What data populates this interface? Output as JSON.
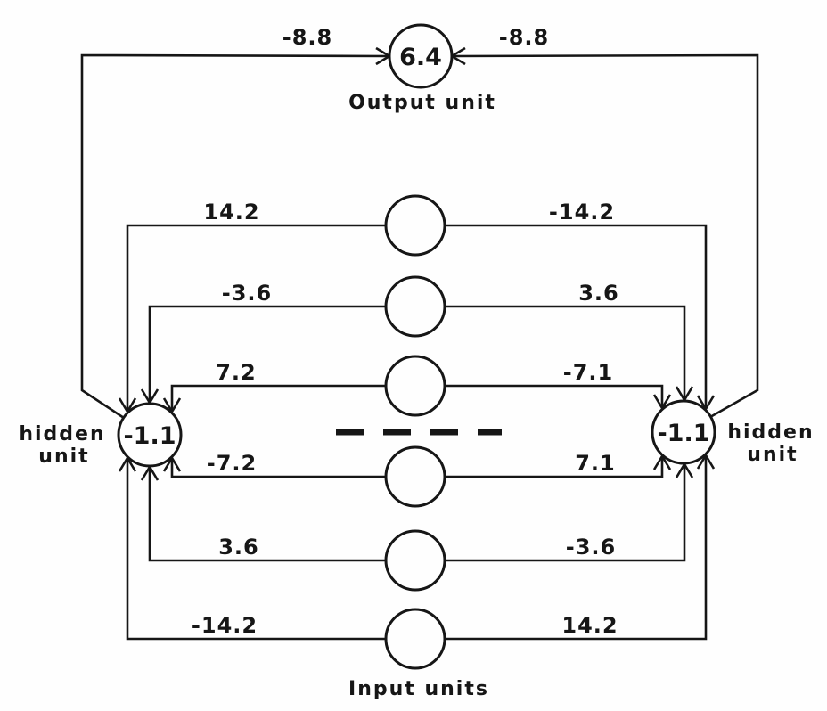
{
  "network": {
    "output_unit": {
      "bias": "6.4",
      "label": "Output unit"
    },
    "hidden_units": {
      "left": {
        "bias": "-1.1",
        "label_line1": "hidden",
        "label_line2": "unit",
        "weight_to_output": "-8.8"
      },
      "right": {
        "bias": "-1.1",
        "label_line1": "hidden",
        "label_line2": "unit",
        "weight_to_output": "-8.8"
      }
    },
    "input_units_label": "Input units",
    "input_rows": [
      {
        "left_weight": "14.2",
        "right_weight": "-14.2"
      },
      {
        "left_weight": "-3.6",
        "right_weight": "3.6"
      },
      {
        "left_weight": "7.2",
        "right_weight": "-7.1"
      },
      {
        "left_weight": "-7.2",
        "right_weight": "7.1"
      },
      {
        "left_weight": "3.6",
        "right_weight": "-3.6"
      },
      {
        "left_weight": "-14.2",
        "right_weight": "14.2"
      }
    ]
  }
}
